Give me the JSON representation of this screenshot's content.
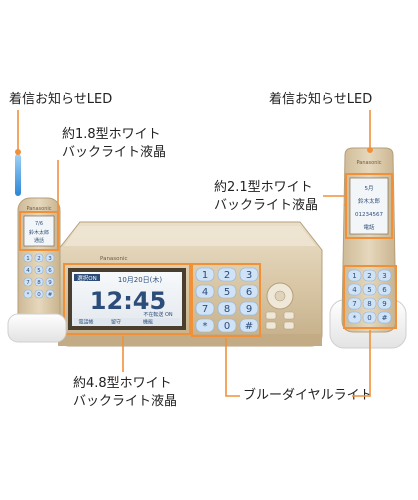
{
  "labels": {
    "led_left": "着信お知らせLED",
    "led_right": "着信お知らせLED",
    "lcd_18_line1": "約1.8型ホワイト",
    "lcd_18_line2": "バックライト液晶",
    "lcd_21_line1": "約2.1型ホワイト",
    "lcd_21_line2": "バックライト液晶",
    "lcd_48_line1": "約4.8型ホワイト",
    "lcd_48_line2": "バックライト液晶",
    "blue_dial": "ブルーダイヤルライト"
  },
  "brand": {
    "logo": "Panasonic",
    "base_logo": "Panasonic"
  },
  "main_screen": {
    "top_label": "選択ON",
    "date": "10月20日(木)",
    "time": "12:45",
    "sub_info": "不在転送 ON",
    "softkey_1": "電話帳",
    "softkey_2": "留守",
    "softkey_3": "機能"
  },
  "handset_left_screen": {
    "line1": "7/6",
    "line2": "鈴木太郎",
    "line3": "通話"
  },
  "handset_right_screen": {
    "line1": "5月",
    "line2": "鈴木太郎",
    "line3": "01234567",
    "line4": "電話"
  },
  "keypad_base": [
    "1",
    "2",
    "3",
    "4",
    "5",
    "6",
    "7",
    "8",
    "9",
    "*",
    "0",
    "#"
  ],
  "keypad_handset": [
    "1",
    "2",
    "3",
    "4",
    "5",
    "6",
    "7",
    "8",
    "9",
    "*",
    "0",
    "#"
  ],
  "colors": {
    "accent_orange": "#f0913a",
    "body_champagne": "#d9c7a6",
    "screen_blue_text": "#2c4d7a",
    "key_blue": "#cfe2f6"
  }
}
